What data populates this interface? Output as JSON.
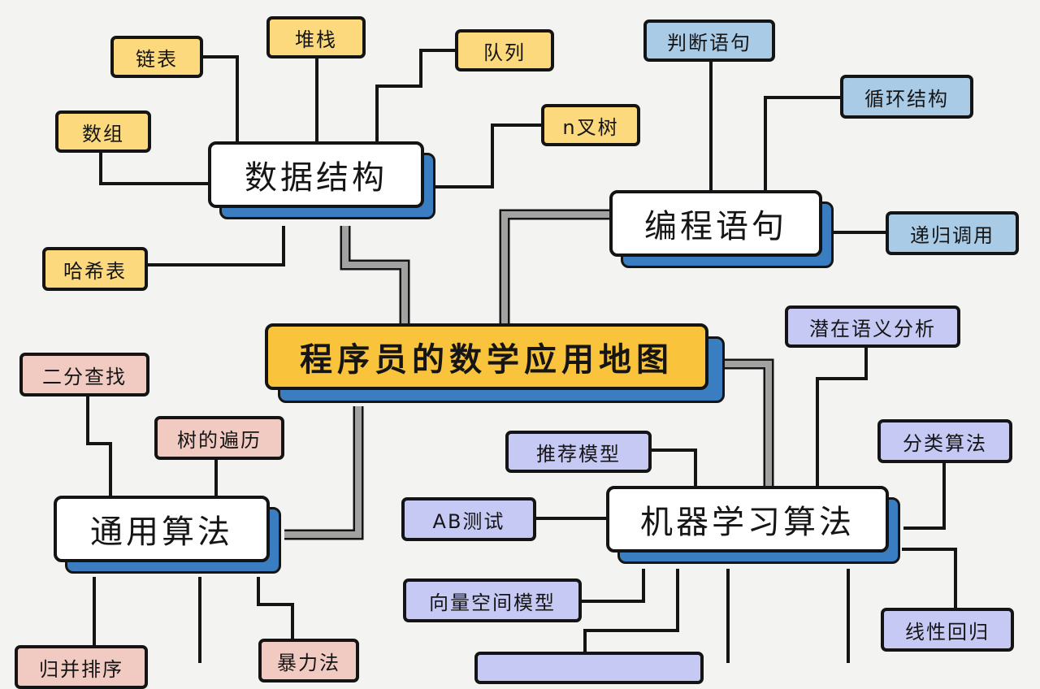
{
  "root": {
    "label": "程序员的数学应用地图"
  },
  "branches": {
    "data_structures": {
      "label": "数据结构"
    },
    "programming_statements": {
      "label": "编程语句"
    },
    "general_algorithms": {
      "label": "通用算法"
    },
    "machine_learning": {
      "label": "机器学习算法"
    }
  },
  "leaves": {
    "linked_list": "链表",
    "stack": "堆栈",
    "queue": "队列",
    "array": "数组",
    "nary_tree": "n叉树",
    "hash_table": "哈希表",
    "conditional": "判断语句",
    "loop": "循环结构",
    "recursion": "递归调用",
    "lsa": "潜在语义分析",
    "classification": "分类算法",
    "recommendation": "推荐模型",
    "ab_test": "AB测试",
    "vector_space": "向量空间模型",
    "linear_regression": "线性回归",
    "binary_search": "二分查找",
    "tree_traversal": "树的遍历",
    "merge_sort": "归并排序",
    "brute_force": "暴力法"
  },
  "colors": {
    "background": "#f3f3f1",
    "root_fill": "#f9c43b",
    "shadow": "#3a7dc1",
    "data_structure_leaves": "#fbd97c",
    "statement_leaves": "#a9cbe6",
    "ml_leaves": "#c6c9f4",
    "algorithm_leaves": "#f1cbc2",
    "outline": "#141414",
    "trunk": "#a2a2a2"
  }
}
